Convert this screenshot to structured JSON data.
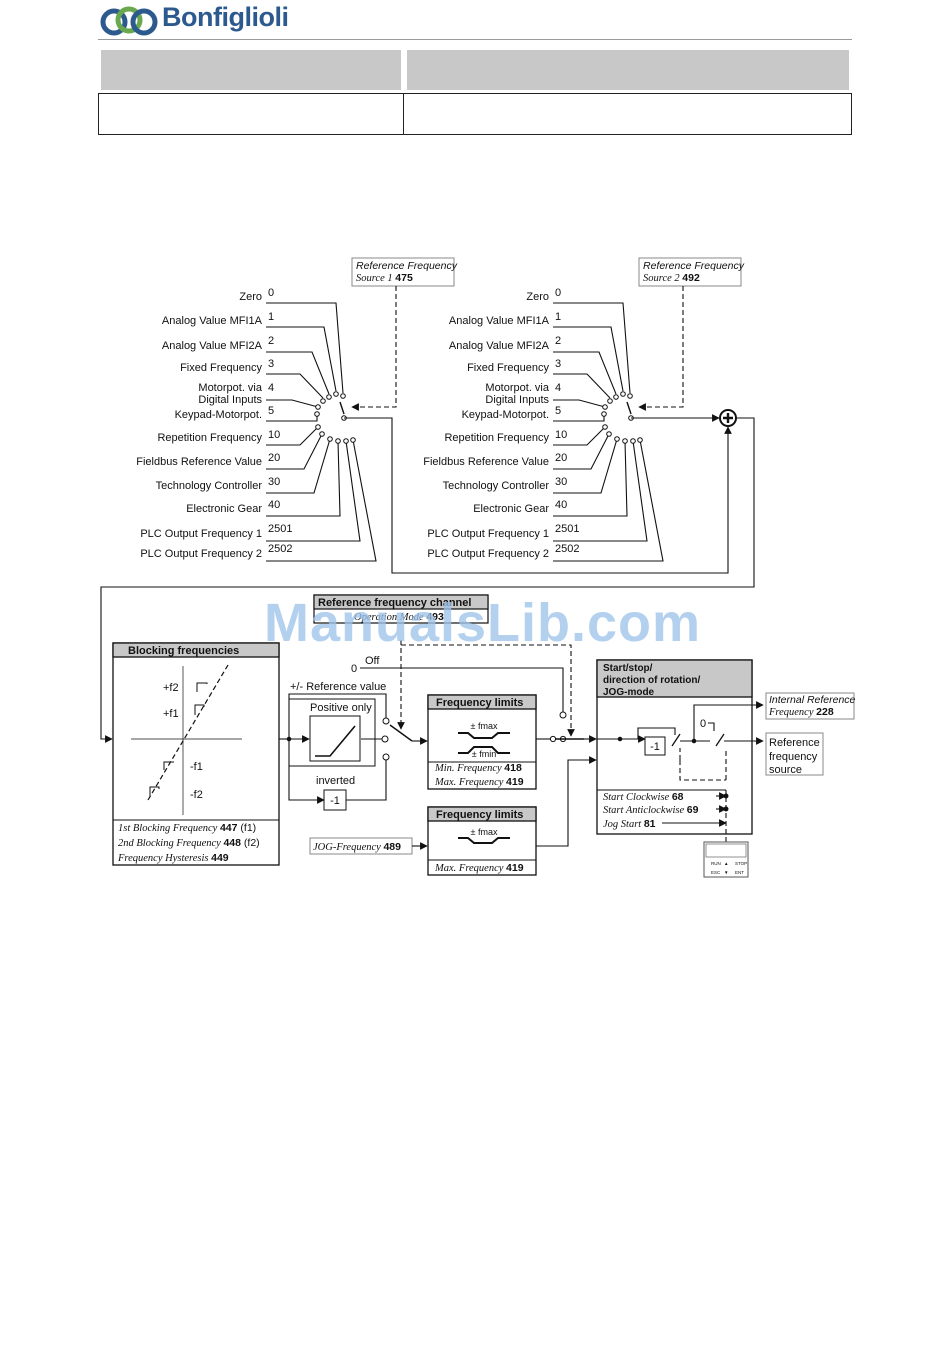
{
  "header": {
    "brand": "Bonfiglioli"
  },
  "watermark": "ManualsLib.com",
  "colors": {
    "brand_blue": "#2d5a8e",
    "brand_green": "#6aa84f",
    "box_header_gray": "#c8c8c8",
    "watermark": "#9ec3ea"
  },
  "source1": {
    "title_line1": "Reference Frequency",
    "title_line2": "Source 1",
    "param": "475",
    "items": [
      {
        "label": "Zero",
        "code": "0"
      },
      {
        "label": "Analog Value MFI1A",
        "code": "1"
      },
      {
        "label": "Analog Value MFI2A",
        "code": "2"
      },
      {
        "label": "Fixed Frequency",
        "code": "3"
      },
      {
        "label": "Motorpot. via",
        "label2": "Digital Inputs",
        "code": "4"
      },
      {
        "label": "Keypad-Motorpot.",
        "code": "5"
      },
      {
        "label": "Repetition Frequency",
        "code": "10"
      },
      {
        "label": "Fieldbus Reference Value",
        "code": "20"
      },
      {
        "label": "Technology Controller",
        "code": "30"
      },
      {
        "label": "Electronic Gear",
        "code": "40"
      },
      {
        "label": "PLC Output Frequency 1",
        "code": "2501"
      },
      {
        "label": "PLC Output Frequency 2",
        "code": "2502"
      }
    ]
  },
  "source2": {
    "title_line1": "Reference Frequency",
    "title_line2": "Source 2",
    "param": "492",
    "items": [
      {
        "label": "Zero",
        "code": "0"
      },
      {
        "label": "Analog Value MFI1A",
        "code": "1"
      },
      {
        "label": "Analog Value MFI2A",
        "code": "2"
      },
      {
        "label": "Fixed Frequency",
        "code": "3"
      },
      {
        "label": "Motorpot. via",
        "label2": "Digital Inputs",
        "code": "4"
      },
      {
        "label": "Keypad-Motorpot.",
        "code": "5"
      },
      {
        "label": "Repetition Frequency",
        "code": "10"
      },
      {
        "label": "Fieldbus Reference Value",
        "code": "20"
      },
      {
        "label": "Technology Controller",
        "code": "30"
      },
      {
        "label": "Electronic Gear",
        "code": "40"
      },
      {
        "label": "PLC Output Frequency 1",
        "code": "2501"
      },
      {
        "label": "PLC Output Frequency 2",
        "code": "2502"
      }
    ]
  },
  "channel": {
    "title": "Reference frequency channel",
    "subtitle": "Operation Mode",
    "param": "493"
  },
  "blocking": {
    "title": "Blocking frequencies",
    "f2pos": "+f2",
    "f1pos": "+f1",
    "f1neg": "-f1",
    "f2neg": "-f2",
    "p1_label": "1st Blocking Frequency",
    "p1_num": "447",
    "p1_suffix": "(f1)",
    "p2_label": "2nd Blocking Frequency",
    "p2_num": "448",
    "p2_suffix": "(f2)",
    "p3_label": "Frequency Hysteresis",
    "p3_num": "449"
  },
  "mode": {
    "off_code": "0",
    "off_label": "Off",
    "pm_label": "+/- Reference value",
    "positive_label": "Positive only",
    "inverted_label": "inverted",
    "minus_one": "-1"
  },
  "limits1": {
    "title": "Frequency limits",
    "fmax": "± fmax",
    "fmin": "± fmin",
    "p1_label": "Min. Frequency",
    "p1_num": "418",
    "p2_label": "Max. Frequency",
    "p2_num": "419"
  },
  "limits2": {
    "title": "Frequency limits",
    "fmax": "± fmax",
    "p2_label": "Max. Frequency",
    "p2_num": "419"
  },
  "jog": {
    "label": "JOG-Frequency",
    "num": "489"
  },
  "startstop": {
    "title_line1": "Start/stop/",
    "title_line2": "direction of rotation/",
    "title_line3": "JOG-mode",
    "minus_one": "-1",
    "zero": "0",
    "p1_label": "Start Clockwise",
    "p1_num": "68",
    "p2_label": "Start Anticlockwise",
    "p2_num": "69",
    "p3_label": "Jog Start",
    "p3_num": "81"
  },
  "outputs": {
    "internal_line1": "Internal Reference",
    "internal_line2": "Frequency",
    "internal_num": "228",
    "ref_line1": "Reference",
    "ref_line2": "frequency",
    "ref_line3": "source"
  },
  "keypad": {
    "run": "RUN",
    "stop": "STOP",
    "esc": "ESC",
    "ent": "ENT",
    "up": "▲",
    "down": "▼"
  }
}
